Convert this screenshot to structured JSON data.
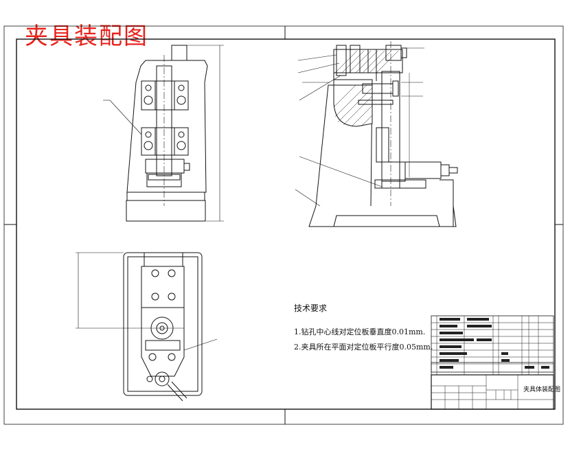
{
  "title": "夹具装配图",
  "technical_requirements": {
    "heading": "技术要求",
    "items": [
      "1.钻孔中心线对定位板垂直度0.01mm.",
      "2.夹具所在平面对定位板平行度0.05mm."
    ]
  },
  "title_block": {
    "drawing_name": "夹具体装配图"
  }
}
